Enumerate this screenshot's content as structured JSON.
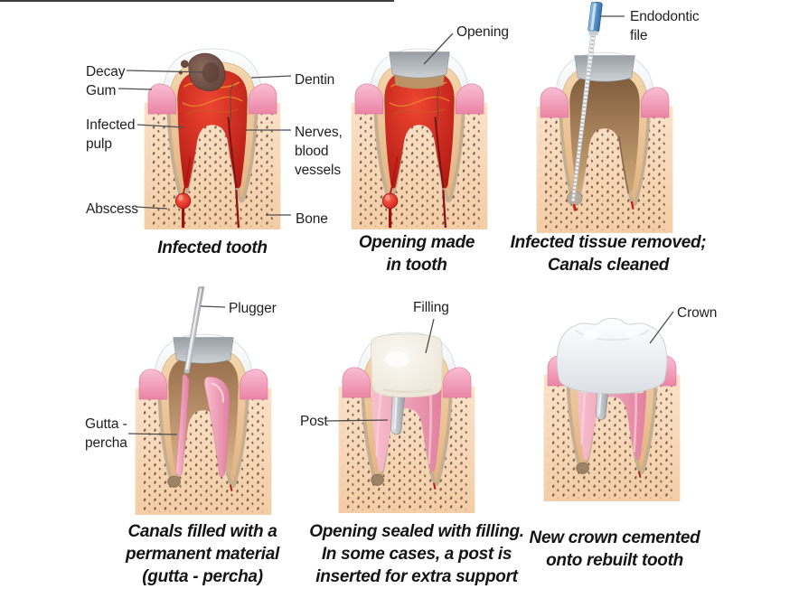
{
  "figure": {
    "subject": "Root canal treatment stages",
    "panels": [
      {
        "id": "infected-tooth",
        "caption": "Infected tooth",
        "labels": [
          {
            "name": "decay",
            "text": "Decay"
          },
          {
            "name": "gum",
            "text": "Gum"
          },
          {
            "name": "infected-pulp",
            "text": "Infected\npulp"
          },
          {
            "name": "abscess",
            "text": "Abscess"
          },
          {
            "name": "dentin",
            "text": "Dentin"
          },
          {
            "name": "nerves-blood-vessels",
            "text": "Nerves,\nblood\nvessels"
          },
          {
            "name": "bone",
            "text": "Bone"
          }
        ]
      },
      {
        "id": "opening-made",
        "caption": "Opening made\nin tooth",
        "labels": [
          {
            "name": "opening",
            "text": "Opening"
          }
        ]
      },
      {
        "id": "tissue-removed",
        "caption": "Infected tissue removed;\nCanals cleaned",
        "labels": [
          {
            "name": "endodontic-file",
            "text": "Endodontic\nfile"
          }
        ]
      },
      {
        "id": "canals-filled",
        "caption": "Canals filled with a\npermanent material\n(gutta - percha)",
        "labels": [
          {
            "name": "plugger",
            "text": "Plugger"
          },
          {
            "name": "gutta-percha",
            "text": "Gutta -\npercha"
          }
        ]
      },
      {
        "id": "opening-sealed",
        "caption": "Opening sealed with filling.\nIn some cases, a post is\ninserted for extra support",
        "labels": [
          {
            "name": "filling",
            "text": "Filling"
          },
          {
            "name": "post",
            "text": "Post"
          }
        ]
      },
      {
        "id": "crown-cemented",
        "caption": "New crown cemented\nonto rebuilt tooth",
        "labels": [
          {
            "name": "crown",
            "text": "Crown"
          }
        ]
      }
    ]
  },
  "colors": {
    "background": "#ffffff",
    "caption_text": "#141414",
    "label_text": "#1f1f1f",
    "leader_line": "#4d4d4d",
    "bone_peach": "#f6d3ae",
    "bone_dots": "#5c3f28",
    "ligament_tan": "#c2b096",
    "gum_pink": "#f0a0bd",
    "dentin_tan": "#ecc79c",
    "enamel_white": "#f1f4f6",
    "pulp_red": "#c21a14",
    "vessel_orange": "#e8872a",
    "decay_brown": "#6b4b41",
    "opening_gray": "#a9afb4",
    "gutta_pink": "#ee9ab2",
    "post_gray": "#a9aeb3",
    "filling_cream": "#f3efe4",
    "crown_white": "#fbfcfd",
    "file_blue": "#4a90c8"
  }
}
